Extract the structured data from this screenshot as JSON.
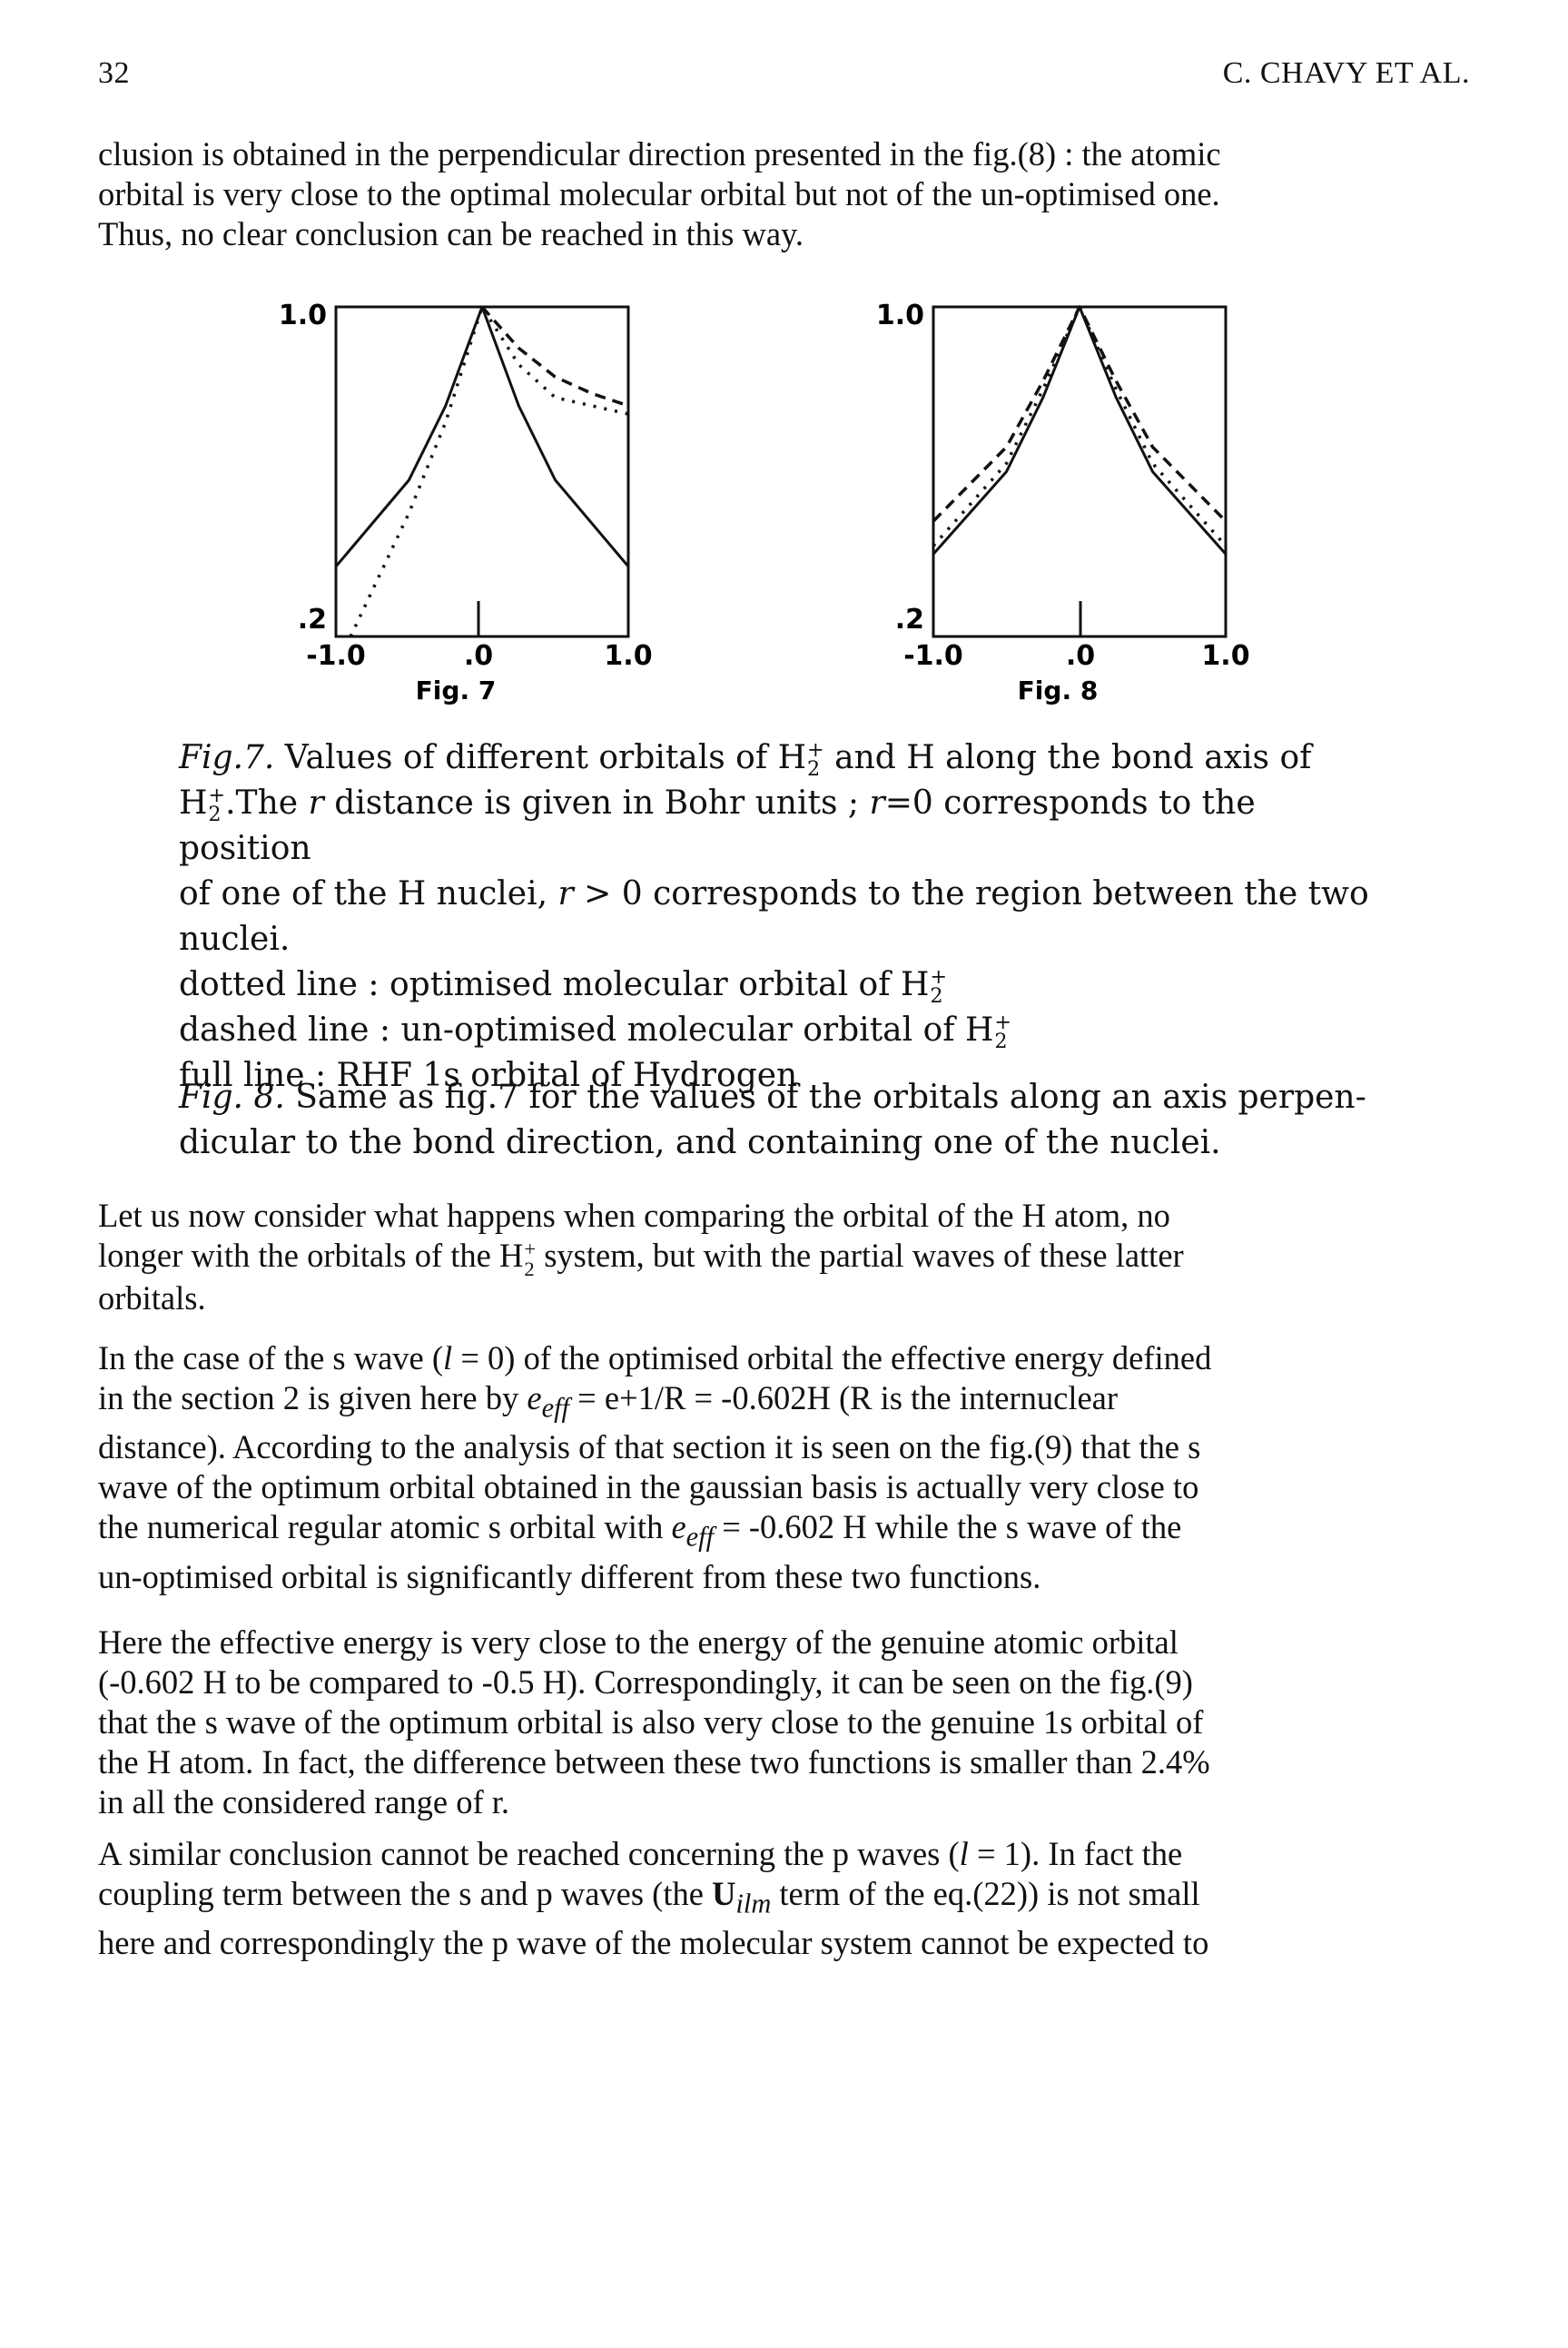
{
  "header": {
    "page_number": "32",
    "authors": "C. CHAVY ET AL."
  },
  "intro": {
    "line1": "clusion is obtained in the perpendicular direction presented in the fig.(8) : the atomic",
    "line2": "orbital is very close to the optimal molecular orbital but not of the un-optimised one.",
    "line3": "Thus, no clear conclusion can be reached in this way."
  },
  "figures": [
    {
      "label": "Fig. 7",
      "y_top_tick": "1.0",
      "y_bottom_tick": ".2",
      "x_ticks": [
        "-1.0",
        ".0",
        "1.0"
      ]
    },
    {
      "label": "Fig. 8",
      "y_top_tick": "1.0",
      "y_bottom_tick": ".2",
      "x_ticks": [
        "-1.0",
        ".0",
        "1.0"
      ]
    }
  ],
  "chart_data": [
    {
      "type": "line",
      "title": "Fig. 7",
      "xlim": [
        -1.0,
        1.0
      ],
      "ylim": [
        0.2,
        1.0
      ],
      "x_ticks": [
        "-1.0",
        ".0",
        "1.0"
      ],
      "y_ticks": [
        "1.0",
        ".2"
      ],
      "series": [
        {
          "style": "full",
          "x": [
            -1.0,
            -0.5,
            -0.25,
            0.0,
            0.25,
            0.5,
            1.0
          ],
          "y": [
            0.37,
            0.58,
            0.76,
            1.0,
            0.76,
            0.58,
            0.37
          ]
        },
        {
          "style": "dotted",
          "x": [
            -0.9,
            -0.5,
            -0.25,
            0.0,
            0.25,
            0.5,
            1.0
          ],
          "y": [
            0.2,
            0.5,
            0.72,
            1.0,
            0.86,
            0.78,
            0.74
          ]
        },
        {
          "style": "dashed",
          "x": [
            0.0,
            0.25,
            0.5,
            0.75,
            1.0
          ],
          "y": [
            1.0,
            0.9,
            0.83,
            0.79,
            0.76
          ]
        }
      ]
    },
    {
      "type": "line",
      "title": "Fig. 8",
      "xlim": [
        -1.0,
        1.0
      ],
      "ylim": [
        0.2,
        1.0
      ],
      "x_ticks": [
        "-1.0",
        ".0",
        "1.0"
      ],
      "y_ticks": [
        "1.0",
        ".2"
      ],
      "series": [
        {
          "style": "full",
          "x": [
            -1.0,
            -0.5,
            -0.25,
            0.0,
            0.25,
            0.5,
            1.0
          ],
          "y": [
            0.4,
            0.6,
            0.78,
            1.0,
            0.78,
            0.6,
            0.4
          ]
        },
        {
          "style": "dotted",
          "x": [
            -1.0,
            -0.5,
            -0.25,
            0.0,
            0.25,
            0.5,
            1.0
          ],
          "y": [
            0.42,
            0.62,
            0.8,
            1.0,
            0.8,
            0.62,
            0.42
          ]
        },
        {
          "style": "dashed",
          "x": [
            -1.0,
            -0.5,
            -0.25,
            0.0,
            0.25,
            0.5,
            1.0
          ],
          "y": [
            0.48,
            0.66,
            0.82,
            1.0,
            0.82,
            0.66,
            0.48
          ]
        }
      ]
    }
  ],
  "caption7": {
    "label": "Fig.7.",
    "l1a": "Values of different orbitals of H",
    "l1b": "and H along the bond axis of",
    "l2a": "H",
    "l2b": ".The",
    "l2c": "r",
    "l2d": "distance is given in Bohr units ;",
    "l2e": "r",
    "l2f": "=0 corresponds to the position",
    "l3a": "of one of the H nuclei,",
    "l3b": "r",
    "l3c": "> 0 corresponds to the region between the two",
    "l4": "nuclei.",
    "l5": "dotted line : optimised molecular orbital of H",
    "l6": "dashed line : un-optimised molecular orbital of H",
    "l7": "full line : RHF 1s orbital of Hydrogen",
    "sub": "2",
    "sup": "+"
  },
  "caption8": {
    "label": "Fig. 8.",
    "l1": "Same as fig.7 for the values of the orbitals along an axis perpen-",
    "l2": "dicular to the bond direction, and containing one of the nuclei."
  },
  "para1": {
    "a": "Let us now consider what happens when comparing the orbital of the H atom, no",
    "b1": "longer with the orbitals of the H",
    "b2": "system, but with the partial waves of these latter",
    "c": "orbitals."
  },
  "para2": {
    "l1a": "In the case of the s wave (",
    "l1b": "l",
    "l1c": "= 0) of the optimised orbital the effective energy defined",
    "l2a": "in the section 2 is given here by",
    "l2b": "e",
    "l2c": "eff",
    "l2d": "= e+1/R = -0.602H (R is the internuclear",
    "l3": "distance). According to the analysis of that section it is seen on the fig.(9) that the s",
    "l4": "wave of the optimum orbital obtained in the gaussian basis is actually very close to",
    "l5a": "the numerical regular atomic s orbital with",
    "l5b": "e",
    "l5c": "eff",
    "l5d": "= -0.602 H while the s wave of the",
    "l6": "un-optimised orbital is significantly different from these two functions."
  },
  "para3": {
    "l1": "Here the effective energy is very close to the energy of the genuine atomic orbital",
    "l2": "(-0.602 H to be compared to -0.5 H). Correspondingly, it can be seen on the fig.(9)",
    "l3": "that the s wave of the optimum orbital is also very close to the genuine 1s orbital of",
    "l4": "the H atom. In fact, the difference between these two functions is smaller than 2.4%",
    "l5": "in all the considered range of r."
  },
  "para4": {
    "l1a": "A similar conclusion cannot be reached concerning the p waves (",
    "l1b": "l",
    "l1c": "= 1). In fact the",
    "l2a": "coupling term between the s and p waves (the",
    "l2b": "U",
    "l2c": "ilm",
    "l2d": "term of the eq.(22)) is not small",
    "l3": "here and correspondingly the p wave of the molecular system cannot be expected to"
  }
}
